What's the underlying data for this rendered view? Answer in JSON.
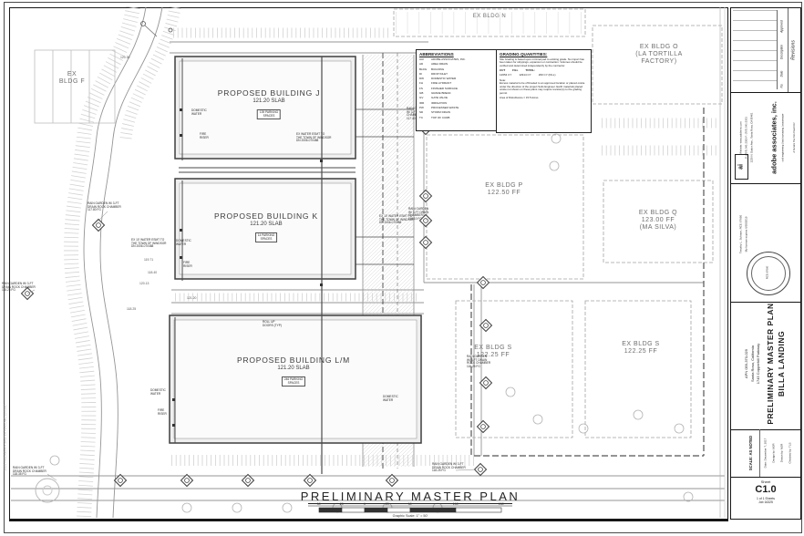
{
  "colors": {
    "paper": "#ffffff",
    "frame": "#161616",
    "line_dark": "#4a4a4a",
    "line_light": "#9a9a9a",
    "hatch": "#cfcfcf"
  },
  "plot_stamp": "16325 PRELIMINARY MASTER PLAN.DWG  12/7/2017",
  "plan": {
    "title": "PRELIMINARY MASTER PLAN",
    "scale": {
      "caption": "Graphic Scale: 1\" = 50'",
      "ticks": [
        "50'",
        "25'",
        "0",
        "25'",
        "50'",
        "100'",
        "150'"
      ]
    },
    "buildings": [
      {
        "name": "PROPOSED BUILDING J",
        "slab": "121.20 SLAB",
        "parking": "139 PARKING\nSPACES"
      },
      {
        "name": "PROPOSED BUILDING K",
        "slab": "121.20 SLAB",
        "parking": "14 PARKING\nSPACES"
      },
      {
        "name": "PROPOSED BUILDING L/M",
        "slab": "121.20 SLAB",
        "parking": "246 PARKING\nSPACES"
      }
    ],
    "existing": [
      {
        "label": "EX\nBLDG F"
      },
      {
        "label": "EX BLDG N"
      },
      {
        "label": "EX BLDG O\n(LA TORTILLA\nFACTORY)"
      },
      {
        "label": "EX BLDG P\n122.50 FF"
      },
      {
        "label": "EX BLDG Q\n123.00 FF\n(MA SILVA)"
      },
      {
        "label": "EX BLDG S\n122.25 FF"
      },
      {
        "label": "EX BLDG S\n122.25 FF"
      }
    ],
    "callouts": [
      {
        "text": "RAIN GARDEN W/ 3-FT\nDRAIN ROCK CHAMBER\n117.80 FG"
      },
      {
        "text": "RAIN GARDEN W/ 3-FT\nDRAIN ROCK CHAMBER\n118.25 FG"
      },
      {
        "text": "RAIN GARDEN W/ 3-FT\nDRAIN ROCK CHAMBER\n118.35 FG"
      },
      {
        "text": "RAIN GARDEN\nW/ 3-FT DRAIN\nCHAMBER\n117.40 FG"
      },
      {
        "text": "RAIN GARDEN\nW/ 3-FT DRAIN\nCHAMBER\n118.10 FG"
      },
      {
        "text": "RAIN GARDEN\nW/ 3-FT DRAIN\nROCK CHAMBER\n118.25 FG"
      },
      {
        "text": "RAIN GARDEN W/ 3-FT\nDRAIN ROCK CHAMBER\n118.25 FG"
      },
      {
        "text": "DOMESTIC\nWATER"
      },
      {
        "text": "DOMESTIC\nWATER"
      },
      {
        "text": "DOMESTIC\nWATER"
      },
      {
        "text": "DOMESTIC\nWATER"
      },
      {
        "text": "FIRE\nRISER"
      },
      {
        "text": "FIRE\nRISER"
      },
      {
        "text": "FIRE\nRISER"
      },
      {
        "text": "ROLL UP\nDOORS (TYP)"
      },
      {
        "text": "EX WATER ESMT TO\nTHE TOWN OF WINDSOR\nDN 2006-070488"
      },
      {
        "text": "EX 10' WATER ESMT TO\nTHE TOWN OF WINDSOR\nDN 2006-070488"
      },
      {
        "text": "EX 10' WATER ESMT TO\nTHE TOWN OF WINDSOR\nDN 2006-070488"
      }
    ],
    "spots": [
      {
        "v": "120.30"
      },
      {
        "v": "119.71"
      },
      {
        "v": "118.40"
      },
      {
        "v": "120.13"
      },
      {
        "v": "118.25"
      },
      {
        "v": "121.20"
      }
    ],
    "abbreviations": {
      "title": "ABBREVIATIONS",
      "rows": [
        {
          "c": "AAI",
          "t": "ADOBE ASSOCIATES, INC."
        },
        {
          "c": "AD",
          "t": "AREA DRAIN"
        },
        {
          "c": "BLDG",
          "t": "BUILDING"
        },
        {
          "c": "DI",
          "t": "DROP INLET"
        },
        {
          "c": "DW",
          "t": "DOMESTIC WATER"
        },
        {
          "c": "FH",
          "t": "FIRE HYDRANT"
        },
        {
          "c": "FS",
          "t": "FINISHED SURFACE"
        },
        {
          "c": "GB",
          "t": "GRADE BREAK"
        },
        {
          "c": "GV",
          "t": "GATE VALVE"
        },
        {
          "c": "IRR",
          "t": "IRRIGATION"
        },
        {
          "c": "PW",
          "t": "PROCESSED WASTE"
        },
        {
          "c": "SD",
          "t": "STORM DRAIN"
        },
        {
          "c": "TC",
          "t": "TOP OF CURB"
        }
      ]
    },
    "grading": {
      "title": "GRADING QUANTITIES:",
      "body": "Site Grading is based upon minimal pad to existing grade. No import has been taken for strippings, expansion or contraction. Volumes should be verified and determined independently by the contractor.",
      "cut_label": "CUT",
      "cut": "12654 CY",
      "fill_label": "FILL",
      "fill": "12914 CY",
      "total_label": "TOTAL:",
      "total": "260 CY (FILL)",
      "note": "Note:\nExcess material to be off-hauled to an approved location or placed onsite under the direction of the project Soils Engineer. Earth materials placed onsite not shown on these plans may require revision(s) to the grading permit.",
      "area": "Area of Disturbance = 15.5 Acres"
    }
  },
  "titleblock": {
    "revisions": {
      "title": "Revisions",
      "cols": [
        "No.",
        "Date",
        "Description",
        "Approved"
      ]
    },
    "firm": {
      "logo": "ai",
      "name": "adobe associates, inc.",
      "tagline": "civil engineering | land surveying | wastewater",
      "address": "1220 N. Dutton Ave., Santa Rosa, CA 95401",
      "phone": "P: (707) 541-2300   F: (707) 541-2301",
      "web": "Website: www.adobeinc.com",
      "motto": "A Service You Can Count On!"
    },
    "engineer": {
      "name": "Timothy L. Schram, RCE 67660",
      "expires": "My license expires 6/30/2019",
      "stamp": "RCE 67660"
    },
    "project": {
      "line1": "BILLA LANDING",
      "line2": "PRELIMINARY MASTER PLAN",
      "addr1": "1745 Copperhill Parkway",
      "addr2": "Santa Rosa, California",
      "apn": "APN 059-370-029"
    },
    "meta": {
      "scale": "SCALE:  AS NOTED",
      "date": "Date:  December 7, 2017",
      "design": "Design by:  MJR",
      "drawn": "Drawn by:  MJR",
      "checked": "Checked by:  TLS"
    },
    "sheet": {
      "label": "Sheet",
      "number": "C1.0",
      "count": "1  of  1  Sheets",
      "job": "Job  16325"
    }
  }
}
